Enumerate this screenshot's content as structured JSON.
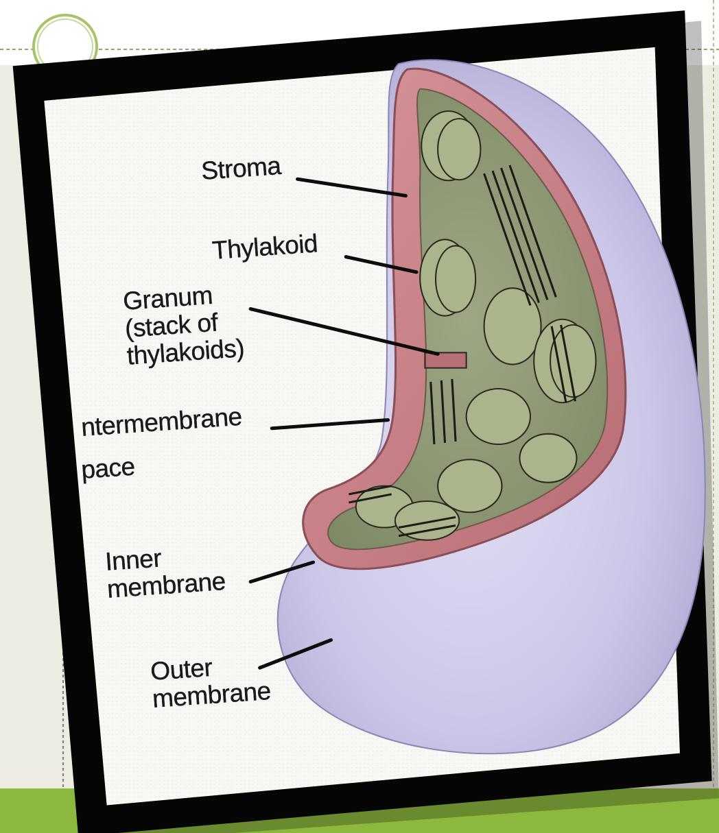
{
  "diagram": {
    "labels": {
      "stroma": "Stroma",
      "thylakoid": "Thylakoid",
      "granum": "Granum\n(stack of\nthylakoids)",
      "intermembrane_line1": "ntermembrane",
      "intermembrane_line2": "pace",
      "inner_membrane": "Inner\nmembrane",
      "outer_membrane": "Outer\nmembrane"
    }
  },
  "colors": {
    "frame": "#050505",
    "paper": "#f6f6f3",
    "outer_membrane": "#c9c4e6",
    "inner_membrane": "#c97f86",
    "thylakoid": "#a3ad86",
    "slide_accent": "#8cb83e",
    "slide_circle": "#a9c36a",
    "slide_panel": "#ecece2"
  }
}
